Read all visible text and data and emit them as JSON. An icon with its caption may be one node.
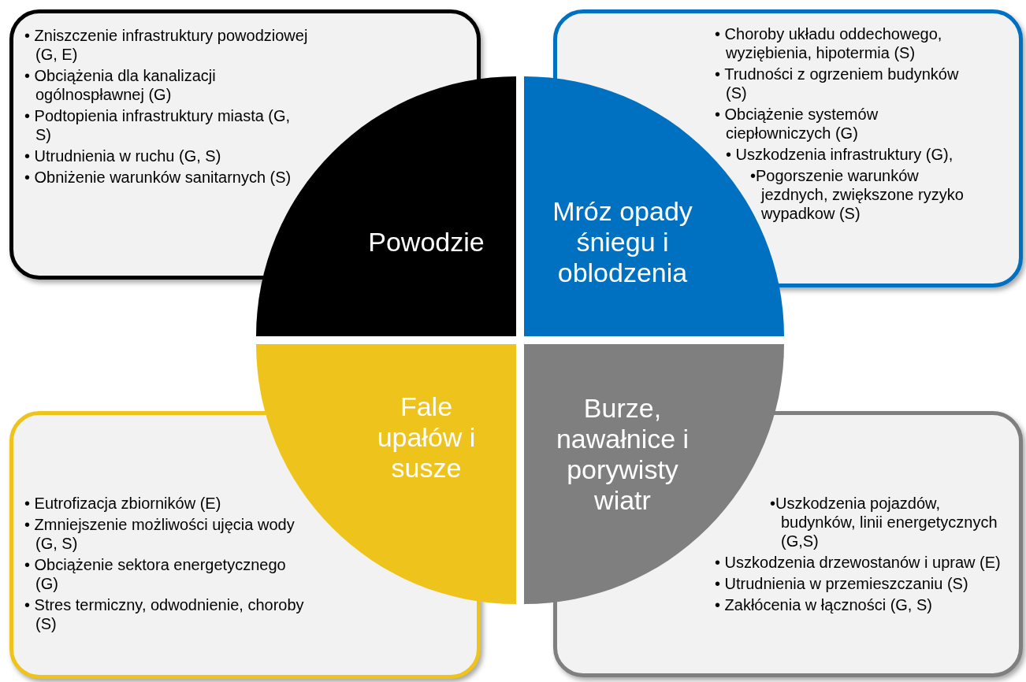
{
  "diagram": {
    "nodes": [
      {
        "text": [
          "• Zniszczenie infrastruktury powodziowej (G, E)",
          "• Obciążenia dla kanalizacji ogólnospławnej (G)",
          "• Podtopienia infrastruktury miasta (G, S)",
          "• Utrudnienia w ruchu (G, S)",
          "• Obniżenie warunków sanitarnych (S)"
        ]
      },
      {
        "text": [
          "• Choroby układu oddechowego, wyziębienia, hipotermia (S)",
          "• Trudności z ogrzeniem budynków (S)",
          "• Obciążenie systemów ciepłowniczych (G)",
          "• Uszkodzenia infrastruktury (G),",
          "•Pogorszenie warunków jezdnych, zwiększone ryzyko wypadkow (S)"
        ]
      },
      {
        "text": [
          "Powodzie"
        ]
      },
      {
        "text": [
          "Mróz opady śniegu i oblodzenia"
        ]
      },
      {
        "text": [
          "Fale upałów i susze"
        ]
      },
      {
        "text": [
          "Burze, nawałnice i porywisty wiatr"
        ]
      },
      {
        "text": [
          "• Eutrofizacja zbiorników (E)",
          "• Zmniejszenie możliwości ujęcia wody (G, S)",
          "• Obciążenie sektora energetycznego (G)",
          "• Stres termiczny, odwodnienie, choroby (S)"
        ]
      },
      {
        "text": [
          "•Uszkodzenia pojazdów, budynków, linii energetycznych (G,S)",
          "• Uszkodzenia drzewostanów i upraw (E)",
          "• Utrudnienia w przemieszczaniu (S)",
          "• Zakłócenia w łączności (G, S)"
        ]
      }
    ]
  }
}
